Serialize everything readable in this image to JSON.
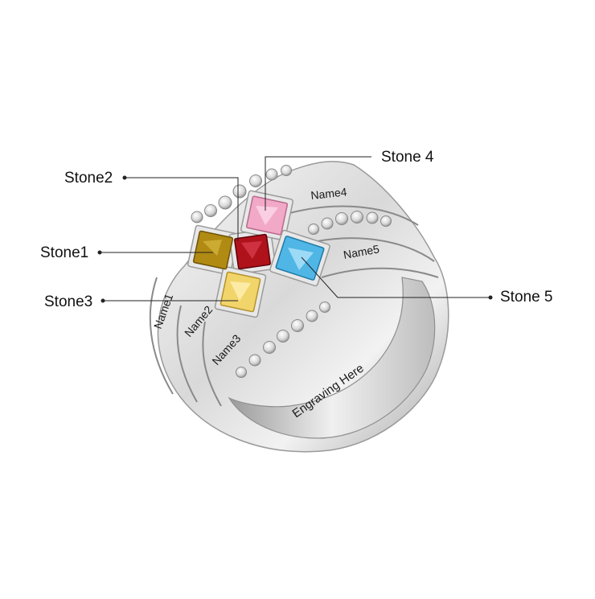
{
  "callouts": {
    "stone1": "Stone1",
    "stone2": "Stone2",
    "stone3": "Stone3",
    "stone4": "Stone 4",
    "stone5": "Stone 5"
  },
  "engravings": {
    "name1": "Name1",
    "name2": "Name2",
    "name3": "Name3",
    "name4": "Name4",
    "name5": "Name5",
    "inner": "Engraving Here"
  },
  "stone_colors": {
    "stone1": "#b08a12",
    "stone2": "#b0121c",
    "stone3": "#f2d56a",
    "stone4": "#f2a9c8",
    "stone5": "#4fb6e6"
  }
}
